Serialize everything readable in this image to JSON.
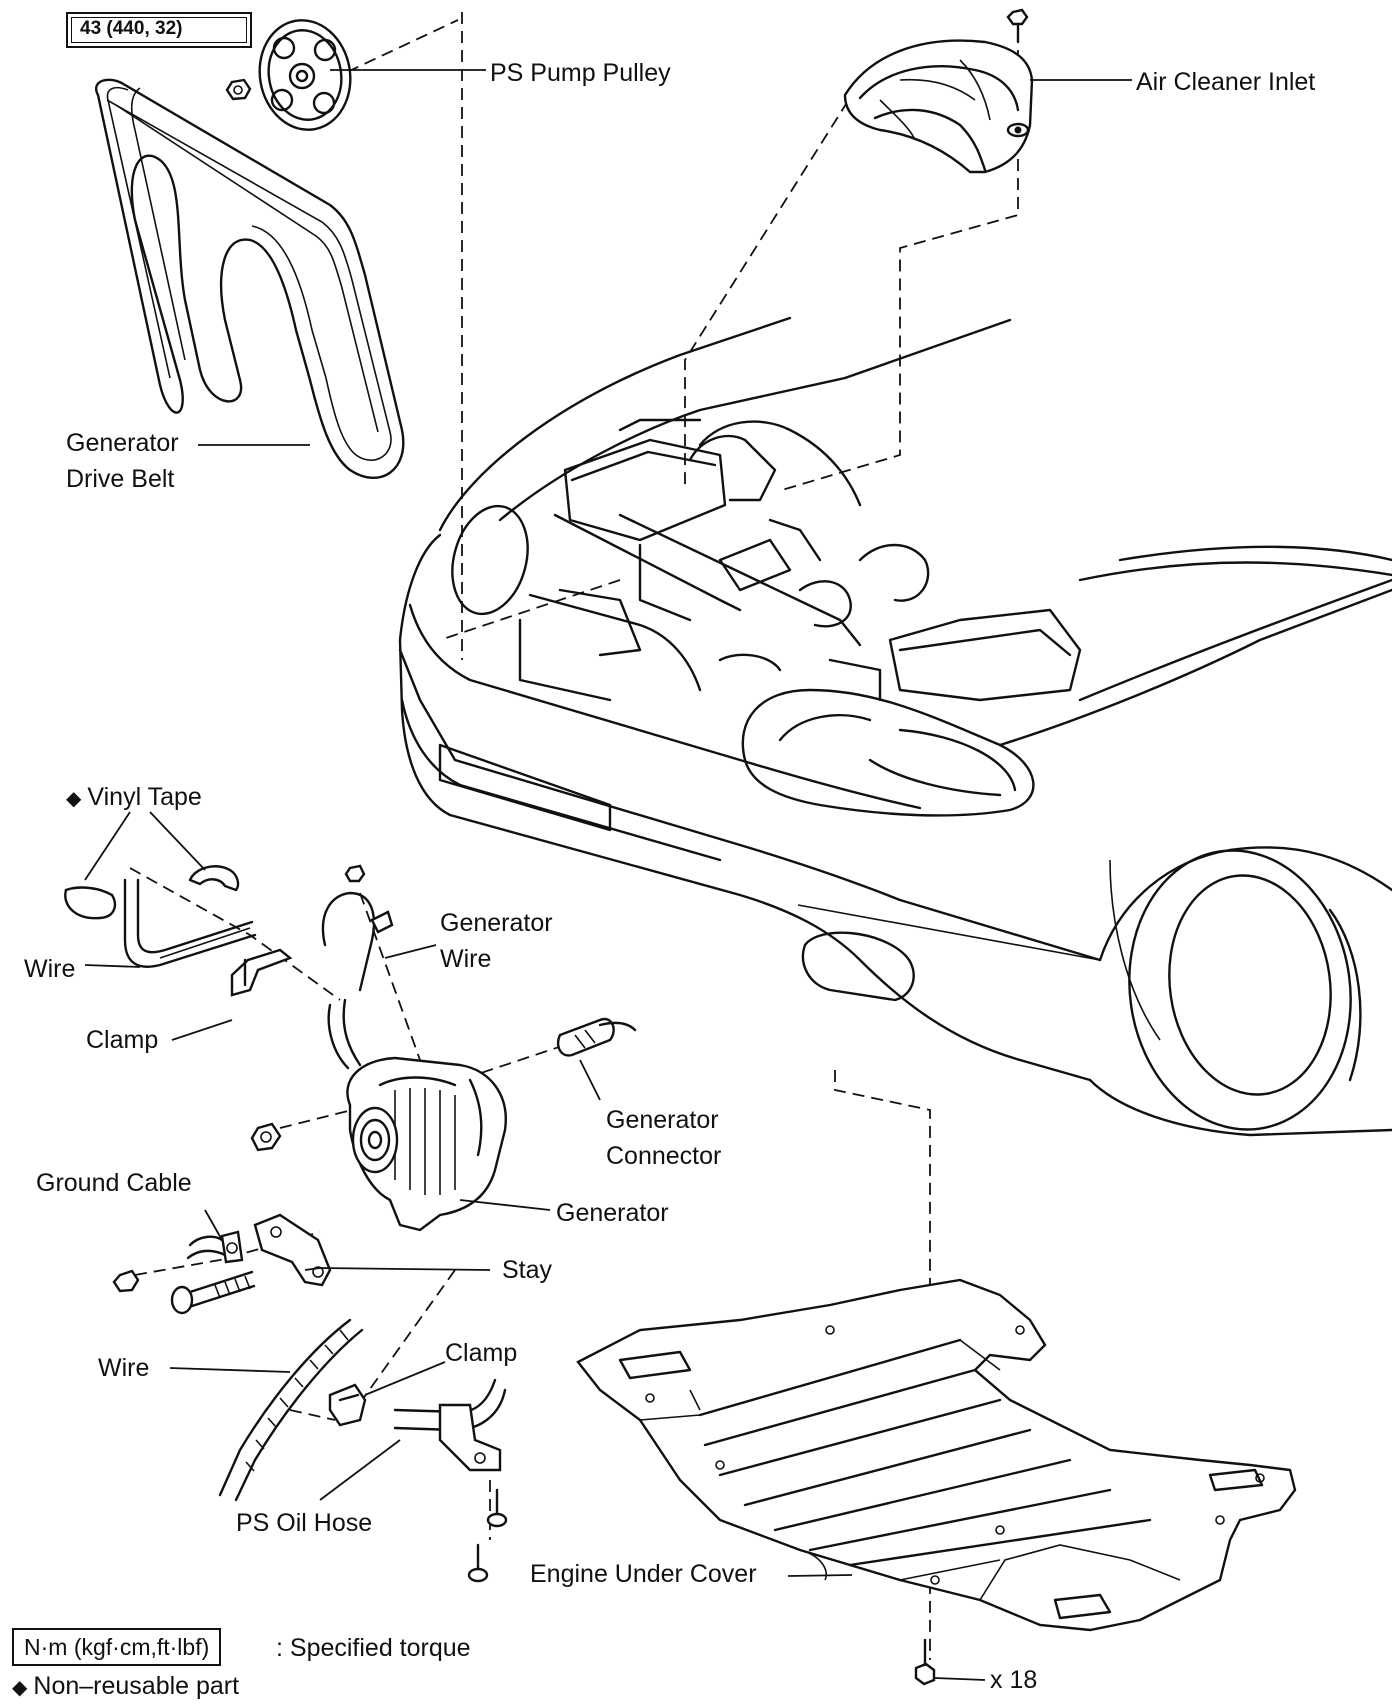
{
  "torque_box": "43 (440, 32)",
  "labels": {
    "ps_pump_pulley": "PS Pump Pulley",
    "air_cleaner_inlet": "Air Cleaner Inlet",
    "generator_drive_belt_1": "Generator",
    "generator_drive_belt_2": "Drive Belt",
    "vinyl_tape": "Vinyl Tape",
    "wire_upper": "Wire",
    "clamp_upper": "Clamp",
    "generator_wire_1": "Generator",
    "generator_wire_2": "Wire",
    "generator_connector_1": "Generator",
    "generator_connector_2": "Connector",
    "ground_cable": "Ground Cable",
    "generator": "Generator",
    "stay": "Stay",
    "wire_lower": "Wire",
    "clamp_lower": "Clamp",
    "ps_oil_hose": "PS Oil Hose",
    "engine_under_cover": "Engine Under Cover",
    "bolt_count": "x 18"
  },
  "legend": {
    "torque_units": "N·m (kgf·cm,ft·lbf)",
    "torque_desc": ": Specified torque",
    "non_reusable_symbol": "◆",
    "non_reusable_desc": "Non–reusable part"
  },
  "symbols": {
    "non_reusable": "◆"
  }
}
